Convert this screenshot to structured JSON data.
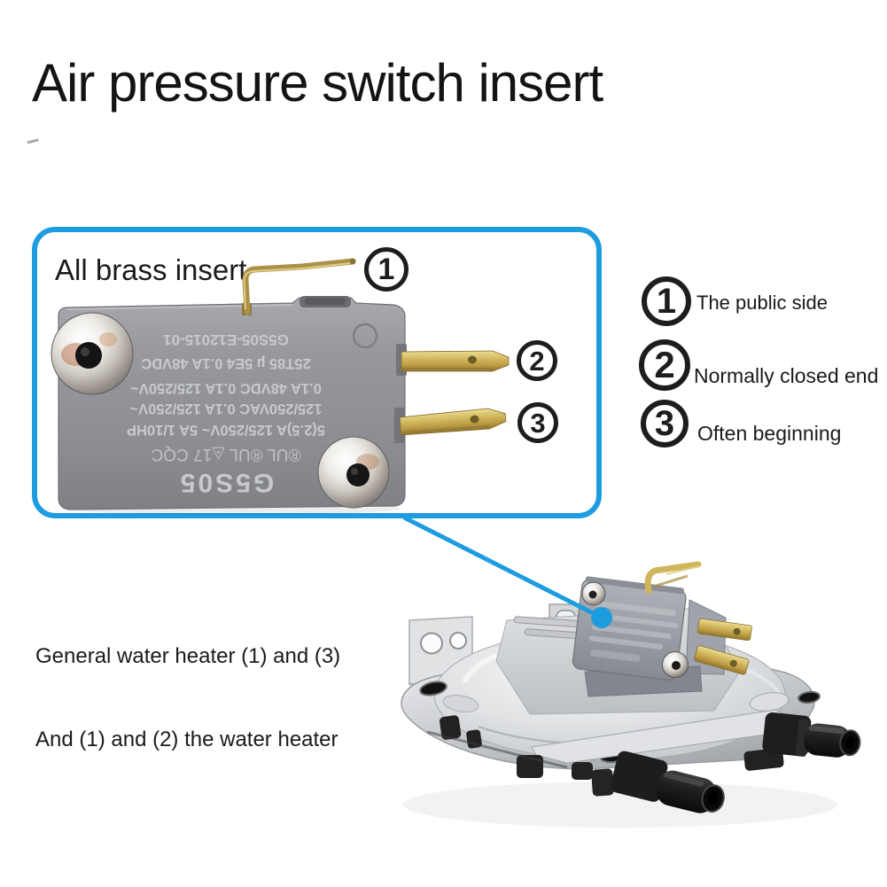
{
  "title": "Air pressure switch insert",
  "accent_color": "#1E9CE0",
  "callout_box": {
    "label": "All brass insert",
    "callout_1": "1",
    "callout_2": "2",
    "callout_3": "3"
  },
  "microswitch_label": {
    "model_large": "G5S05",
    "cert_marks": "®UL  ®UL  ◬17  CQC",
    "ratings_line_1": "5(2.5)A 125/250V~  5A 1/10HP",
    "ratings_line_2": "125/250VAC   0.1A 125/250V~",
    "ratings_line_3": "0.1A 48VDC   0.1A 125/250V~",
    "ratings_line_4": "25T85 µ 5E4   0.1A 48VDC",
    "part_number": "G5S05-E12015-01"
  },
  "legend": {
    "items": [
      {
        "number": "1",
        "label": "The public side"
      },
      {
        "number": "2",
        "label": "Normally closed end"
      },
      {
        "number": "3",
        "label": "Often beginning"
      }
    ]
  },
  "notes": {
    "note_1": "General water heater (1) and (3)",
    "note_2": "And (1) and (2) the water heater"
  }
}
